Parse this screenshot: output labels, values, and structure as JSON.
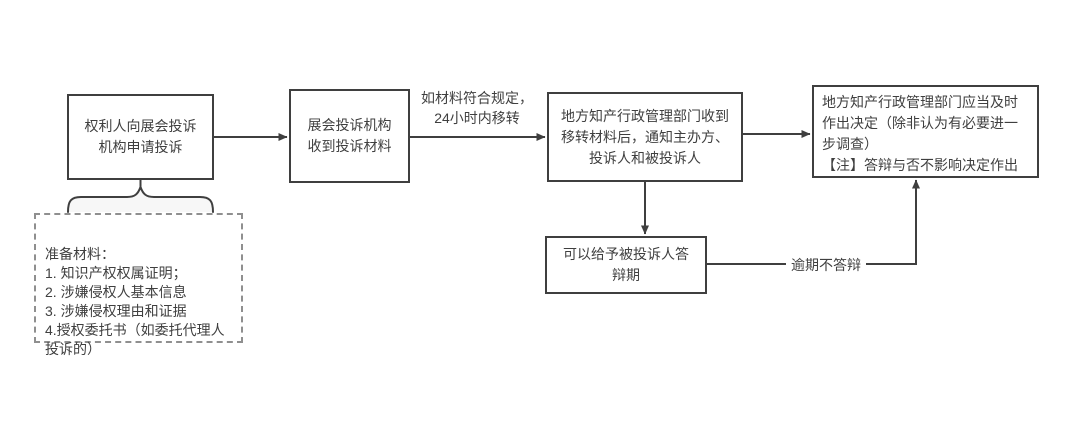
{
  "nodes": {
    "apply": {
      "text": "权利人向展会投诉\n机构申请投诉"
    },
    "receive": {
      "text": "展会投诉机构\n收到投诉材料"
    },
    "notify": {
      "text": "地方知产行政管理部门收到\n移转材料后，通知主办方、\n投诉人和被投诉人"
    },
    "decision": {
      "text": "地方知产行政管理部门应当及时\n作出决定（除非认为有必要进一\n步调查）\n【注】答辩与否不影响决定作出"
    },
    "defense": {
      "text": "可以给予被投诉人答\n辩期"
    },
    "materials": {
      "text": "准备材料：\n1. 知识产权权属证明；\n2. 涉嫌侵权人基本信息\n3. 涉嫌侵权理由和证据\n4.授权委托书（如委托代理人\n投诉的）"
    }
  },
  "edge_labels": {
    "transfer": "如材料符合规定，\n24小时内移转",
    "overdue": "逾期不答辩"
  },
  "colors": {
    "node_border": "#3f3f3f",
    "text": "#3f3f3f",
    "dashed_border": "#8f8f8f",
    "canvas_background": "#ffffff"
  }
}
